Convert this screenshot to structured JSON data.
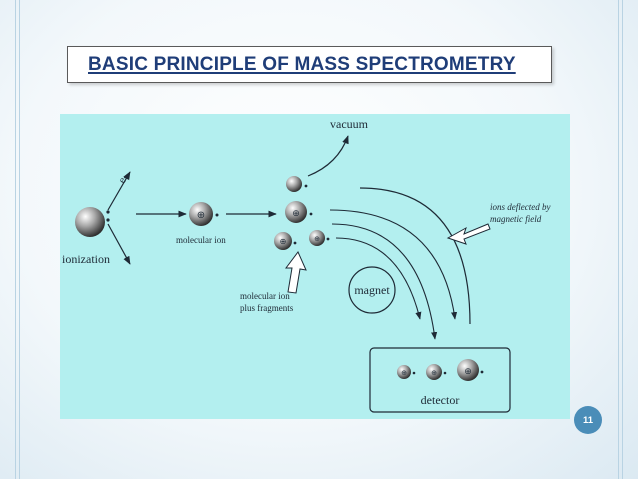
{
  "slide": {
    "title": "BASIC PRINCIPLE OF MASS SPECTROMETRY",
    "page_number": "11"
  },
  "diagram": {
    "labels": {
      "vacuum": "vacuum",
      "electron": "e-",
      "ionization": "ionization",
      "molecular_ion": "molecular ion",
      "fragments_line1": "molecular ion",
      "fragments_line2": "plus fragments",
      "magnet": "magnet",
      "deflected_line1": "ions deflected by",
      "deflected_line2": "magnetic field",
      "detector": "detector"
    },
    "ion_symbol": "⊕",
    "colors": {
      "background": "#b3efef",
      "arrow": "#1e2a36"
    }
  }
}
